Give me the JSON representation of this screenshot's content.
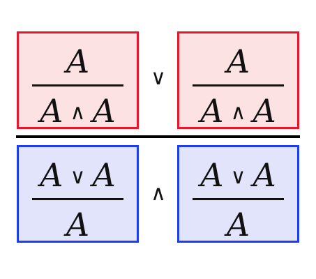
{
  "top": {
    "left": {
      "numerator": "A",
      "denominator": [
        "A",
        "∧",
        "A"
      ]
    },
    "joiner": "∨",
    "right": {
      "numerator": "A",
      "denominator": [
        "A",
        "∧",
        "A"
      ]
    }
  },
  "bottom": {
    "left": {
      "numerator": [
        "A",
        "∨",
        "A"
      ],
      "denominator": "A"
    },
    "joiner": "∧",
    "right": {
      "numerator": [
        "A",
        "∨",
        "A"
      ],
      "denominator": "A"
    }
  },
  "colors": {
    "red_border": "#e8172c",
    "red_fill": "#fde2e4",
    "blue_border": "#1d3df0",
    "blue_fill": "#e2e4fb",
    "ink": "#111111"
  }
}
